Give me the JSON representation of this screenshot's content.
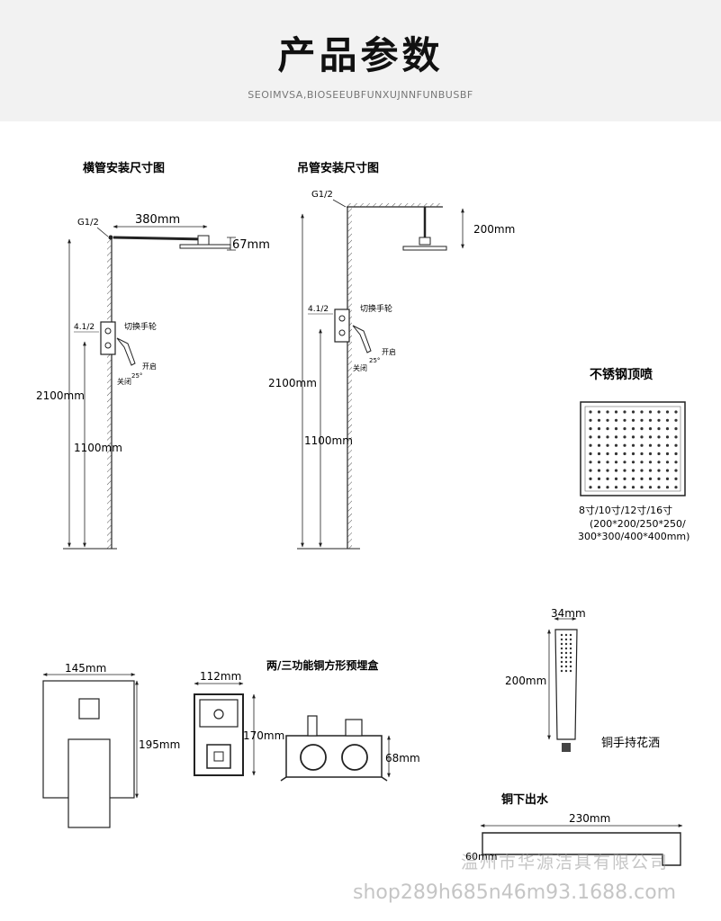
{
  "header": {
    "title": "产品参数",
    "subtitle": "SEOIMVSA,BIOSEEUBFUNXUJNNFUNBUSBF"
  },
  "horizontal_diagram": {
    "heading": "横管安装尺寸图",
    "thread": "G1/2",
    "arm_length": "380mm",
    "head_drop": "67mm",
    "valve_thread": "4.1/2",
    "switch_label": "切换手轮",
    "open_label": "开启",
    "close_label": "关闭",
    "angle": "25°",
    "total_height": "2100mm",
    "valve_height": "1100mm"
  },
  "ceiling_diagram": {
    "heading": "吊管安装尺寸图",
    "thread": "G1/2",
    "drop_length": "200mm",
    "valve_thread": "4.1/2",
    "switch_label": "切换手轮",
    "open_label": "开启",
    "close_label": "关闭",
    "angle": "25°",
    "total_height": "2100mm",
    "valve_height": "1100mm"
  },
  "shower_head": {
    "title": "不锈钢顶喷",
    "sizes": "8寸/10寸/12寸/16寸",
    "dims_line1": "(200*200/250*250/",
    "dims_line2": "300*300/400*400mm)"
  },
  "faceplate": {
    "width": "145mm",
    "height": "195mm"
  },
  "box": {
    "heading": "两/三功能铜方形预埋盒",
    "width": "112mm",
    "height": "170mm",
    "depth": "68mm"
  },
  "hand_shower": {
    "width": "34mm",
    "length": "200mm",
    "label": "铜手持花洒"
  },
  "spout": {
    "heading": "铜下出水",
    "length": "230mm",
    "height": "60mm"
  },
  "watermark": {
    "company": "温州市华源洁具有限公司",
    "shop": "shop289h685n46m93.1688.com"
  }
}
